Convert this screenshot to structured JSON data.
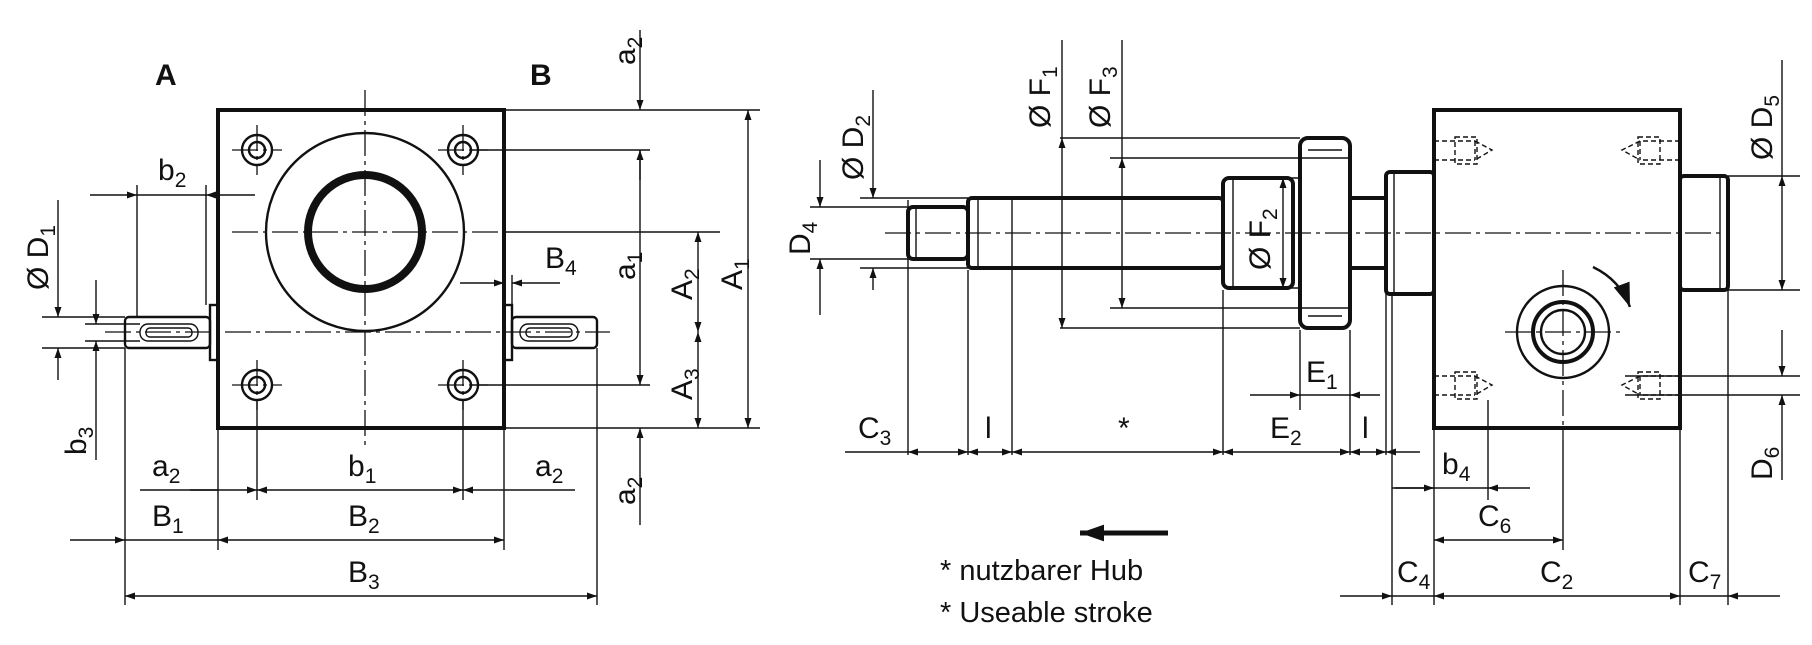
{
  "view_labels": {
    "left": "A",
    "right": "B"
  },
  "dimensions": {
    "a2_top": {
      "main": "a",
      "sub": "2"
    },
    "a2_bottom": {
      "main": "a",
      "sub": "2"
    },
    "a2_left": {
      "main": "a",
      "sub": "2"
    },
    "a2_right": {
      "main": "a",
      "sub": "2"
    },
    "b2": {
      "main": "b",
      "sub": "2"
    },
    "b1": {
      "main": "b",
      "sub": "1"
    },
    "b3": {
      "main": "b",
      "sub": "3"
    },
    "b4": {
      "main": "b",
      "sub": "4"
    },
    "D1": {
      "main": "Ø D",
      "sub": "1"
    },
    "D2": {
      "main": "Ø D",
      "sub": "2"
    },
    "D4": {
      "main": "D",
      "sub": "4"
    },
    "D5": {
      "main": "Ø D",
      "sub": "5"
    },
    "D6": {
      "main": "D",
      "sub": "6"
    },
    "F1": {
      "main": "Ø F",
      "sub": "1"
    },
    "F2": {
      "main": "Ø F",
      "sub": "2"
    },
    "F3": {
      "main": "Ø F",
      "sub": "3"
    },
    "A1": {
      "main": "A",
      "sub": "1"
    },
    "A2": {
      "main": "A",
      "sub": "2"
    },
    "A3": {
      "main": "A",
      "sub": "3"
    },
    "a1": {
      "main": "a",
      "sub": "1"
    },
    "B1": {
      "main": "B",
      "sub": "1"
    },
    "B2": {
      "main": "B",
      "sub": "2"
    },
    "B3": {
      "main": "B",
      "sub": "3"
    },
    "B4": {
      "main": "B",
      "sub": "4"
    },
    "C2": {
      "main": "C",
      "sub": "2"
    },
    "C3": {
      "main": "C",
      "sub": "3"
    },
    "C4": {
      "main": "C",
      "sub": "4"
    },
    "C6": {
      "main": "C",
      "sub": "6"
    },
    "C7": {
      "main": "C",
      "sub": "7"
    },
    "E1": {
      "main": "E",
      "sub": "1"
    },
    "E2": {
      "main": "E",
      "sub": "2"
    },
    "l_left": "l",
    "l_right": "l",
    "stroke_star": "*"
  },
  "notes": {
    "de": "* nutzbarer Hub",
    "en": "* Useable stroke"
  }
}
